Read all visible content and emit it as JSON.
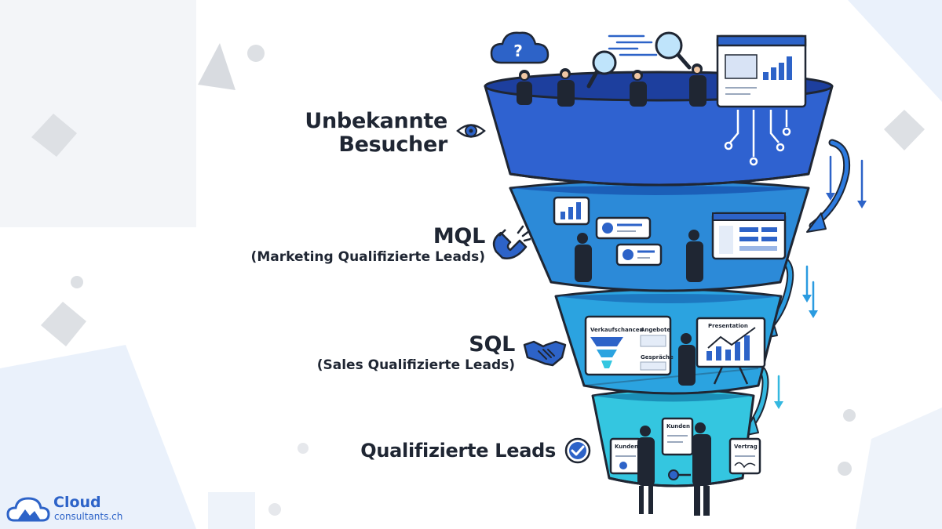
{
  "stages": [
    {
      "id": "unbekannte",
      "title_lines": [
        "Unbekannte",
        "Besucher"
      ],
      "subtitle": "",
      "icon": "eye-icon"
    },
    {
      "id": "mql",
      "title_lines": [
        "MQL"
      ],
      "subtitle": "(Marketing Qualifizierte Leads)",
      "icon": "magnet-icon"
    },
    {
      "id": "sql",
      "title_lines": [
        "SQL"
      ],
      "subtitle": "(Sales Qualifizierte Leads)",
      "icon": "handshake-icon"
    },
    {
      "id": "qualifiziert",
      "title_lines": [
        "Qualifizierte Leads"
      ],
      "subtitle": "",
      "icon": "checkmark-icon"
    }
  ],
  "illustration": {
    "sql_board": {
      "heading_left": "Verkaufschancen",
      "heading_right": "Angebote",
      "item": "Gespräche"
    },
    "presentation_title": "Presentation",
    "documents": [
      "Kunden",
      "Kunden",
      "Vertrag"
    ]
  },
  "logo": {
    "name": "Cloud",
    "domain": "consultants.ch"
  },
  "colors": {
    "funnel_top": "#2f62d0",
    "funnel_mid": "#2c8ad8",
    "funnel_low": "#2ba3e0",
    "funnel_bottom": "#34c6e0",
    "text": "#1f2633",
    "accent": "#2d63c8"
  }
}
